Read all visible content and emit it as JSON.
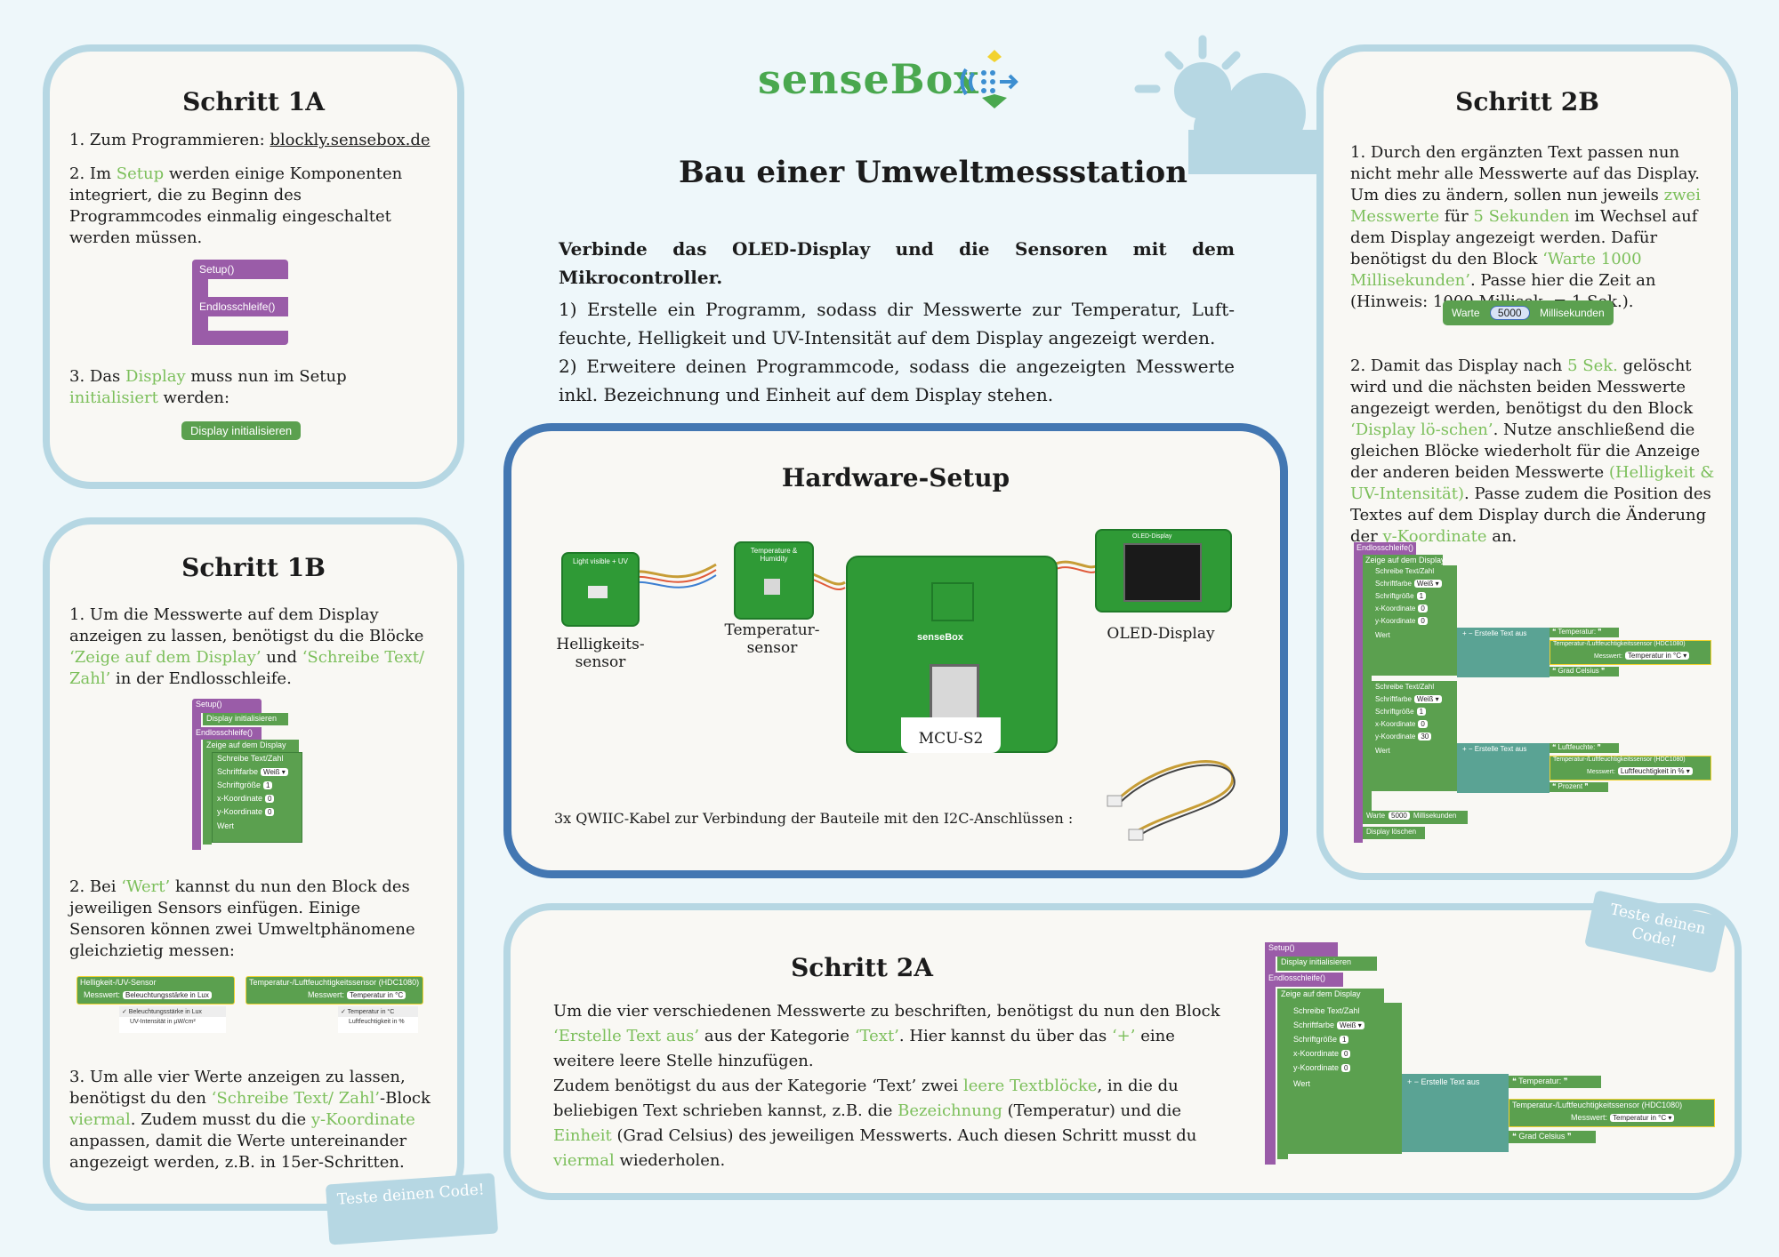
{
  "brand": {
    "name": "senseBox"
  },
  "header": {
    "title": "Bau einer Umweltmessstation"
  },
  "intro": {
    "bold": "Verbinde das OLED-Display und die Sensoren mit dem Mikrocontroller.",
    "task1": "1) Erstelle ein Programm, sodass dir Messwerte zur Temperatur, Luft-feuchte, Helligkeit und UV-Intensität auf dem Display angezeigt werden.",
    "task2": "2) Erweitere deinen Programmcode, sodass die angezeigten Messwerte inkl. Bezeichnung und Einheit auf dem Display stehen."
  },
  "s1a": {
    "title": "Schritt 1A",
    "p1a": "1. Zum Programmieren: ",
    "p1link": "blockly.sensebox.de",
    "p2a": "2. Im ",
    "p2g": "Setup",
    "p2b": " werden einige Komponenten integriert, die zu Beginn des Programmcodes einmalig eingeschaltet werden müssen.",
    "p3a": "3. Das ",
    "p3g1": "Display",
    "p3b": " muss nun im Setup ",
    "p3g2": "initialisiert",
    "p3c": " werden:",
    "blk_setup": "Setup()",
    "blk_loop": "Endlosschleife()",
    "blk_init": "Display initialisieren"
  },
  "s1b": {
    "title": "Schritt 1B",
    "p1a": "1. Um die Messwerte auf dem Display anzeigen zu lassen, benötigst du die Blöcke ",
    "p1g1": "‘Zeige auf dem Display’",
    "p1b": " und ",
    "p1g2": "‘Schreibe Text/ Zahl’",
    "p1c": " in der Endlosschleife.",
    "p2a": "2. Bei ",
    "p2g": "‘Wert’",
    "p2b": " kannst du nun den Block des jeweiligen Sensors einfügen. Einige Sensoren können zwei Umweltphänomene gleichzietig messen:",
    "p3a": "3. Um alle vier Werte anzeigen zu lassen, benötigst du den ",
    "p3g1": "‘Schreibe Text/ Zahl’",
    "p3b": "-Block ",
    "p3g2": "viermal",
    "p3c": ". Zudem musst du die ",
    "p3g3": "y-Koordinate",
    "p3d": " anpassen, damit die Werte untereinander angezeigt werden, z.B. in 15er-Schritten.",
    "blk": {
      "setup": "Setup()",
      "init": "Display initialisieren",
      "loop": "Endlosschleife()",
      "show": "Zeige auf dem Display",
      "write": "Schreibe Text/Zahl",
      "color": "Schriftfarbe",
      "color_v": "Weiß ▾",
      "size": "Schriftgröße",
      "size_v": "1",
      "x": "x-Koordinate",
      "x_v": "0",
      "y": "y-Koordinate",
      "y_v": "0",
      "val": "Wert"
    },
    "sensor1": {
      "name": "Helligkeit-/UV-Sensor",
      "label": "Messwert:",
      "value": "Beleuchtungsstärke in Lux",
      "opt1": "✓  Beleuchtungsstärke in Lux",
      "opt2": "UV-Intensität in µW/cm²"
    },
    "sensor2": {
      "name": "Temperatur-/Luftfeuchtigkeitssensor (HDC1080)",
      "label": "Messwert:",
      "value": "Temperatur in °C",
      "opt1": "✓  Temperatur in °C",
      "opt2": "Luftfeuchtigkeit in %"
    },
    "stamp": "Teste deinen Code!"
  },
  "hw": {
    "title": "Hardware-Setup",
    "light": "Helligkeits-sensor",
    "temp": "Temperatur-sensor",
    "oled": "OLED-Display",
    "mcu": "MCU-S2",
    "cable": "3x QWIIC-Kabel zur Verbindung der Bauteile mit den I2C-Anschlüssen :",
    "pcb_light": "Light visible + UV",
    "pcb_temp": "Temperature & Humidity",
    "pcb_oled": "OLED-Display",
    "pcb_mcu": "senseBox"
  },
  "s2a": {
    "title": "Schritt 2A",
    "p1a": "Um die vier verschiedenen Messwerte zu beschriften, benötigst du nun den Block ",
    "p1g1": "‘Erstelle Text aus’",
    "p1b": " aus der Kategorie ",
    "p1g2": "‘Text’",
    "p1c": ". Hier kannst du über das ",
    "p1g3": "‘+’",
    "p1d": " eine weitere leere Stelle hinzufügen.",
    "p2a": "Zudem benötigst du aus der Kategorie ‘Text’ zwei ",
    "p2g1": "leere Textblöcke",
    "p2b": ", in die du beliebigen Text schrieben kannst, z.B. die ",
    "p2g2": "Bezeichnung",
    "p2c": " (Temperatur) und die ",
    "p2g3": "Einheit",
    "p2d": " (Grad Celsius) des jeweiligen Messwerts. Auch diesen Schritt musst du ",
    "p2g4": "viermal",
    "p2e": " wiederholen.",
    "blk": {
      "setup": "Setup()",
      "init": "Display initialisieren",
      "loop": "Endlosschleife()",
      "show": "Zeige auf dem Display",
      "write": "Schreibe Text/Zahl",
      "color": "Schriftfarbe",
      "color_v": "Weiß ▾",
      "size": "Schriftgröße",
      "size_v": "1",
      "x": "x-Koordinate",
      "x_v": "0",
      "y": "y-Koordinate",
      "y_v": "0",
      "val": "Wert",
      "create": "+  −  Erstelle Text aus",
      "t1": "❝  Temperatur:  ❞",
      "sensor": "Temperatur-/Luftfeuchtigkeitssensor (HDC1080)",
      "mlabel": "Messwert:",
      "mvalue": "Temperatur in °C ▾",
      "t2": "❝  Grad Celsius  ❞"
    },
    "stamp": "Teste deinen Code!"
  },
  "s2b": {
    "title": "Schritt 2B",
    "p1a": "1. Durch den ergänzten Text passen nun nicht mehr alle Messwerte auf das Display. Um dies zu ändern, sollen nun jeweils ",
    "p1g1": "zwei Messwerte",
    "p1b": " für ",
    "p1g2": "5 Sekunden",
    "p1c": " im Wechsel auf dem Display angezeigt werden. Dafür benötigst du den Block ",
    "p1g3": "‘Warte 1000 Millisekunden’",
    "p1d": ". Passe hier die Zeit an (Hinweis: 1000 Millisek. = 1 Sek.).",
    "wait_label": "Warte",
    "wait_value": "5000",
    "wait_unit": "Millisekunden",
    "p2a": "2. Damit das Display nach ",
    "p2g1": "5 Sek.",
    "p2b": " gelöscht wird und die nächsten beiden Messwerte angezeigt werden, benötigst du den Block ",
    "p2g2": "‘Display lö-schen’",
    "p2c": ". Nutze anschließend die gleichen Blöcke wiederholt für die Anzeige der anderen beiden Messwerte ",
    "p2g3": "(Helligkeit & UV-Intensität)",
    "p2d": ". Passe zudem die Position des Textes auf dem Display durch die Änderung der ",
    "p2g4": "y-Koordinate",
    "p2e": " an.",
    "blk": {
      "loop": "Endlosschleife()",
      "show": "Zeige auf dem Display",
      "write": "Schreibe Text/Zahl",
      "color": "Schriftfarbe",
      "color_v": "Weiß ▾",
      "size": "Schriftgröße",
      "size_v": "1",
      "x": "x-Koordinate",
      "x_v": "0",
      "y": "y-Koordinate",
      "y_v": "0",
      "y_v2": "30",
      "val": "Wert",
      "create": "+  −  Erstelle Text aus",
      "t1": "❝  Temperatur:  ❞",
      "sensor": "Temperatur-/Luftfeuchtigkeitssensor (HDC1080)",
      "mlabel": "Messwert:",
      "mvalue1": "Temperatur in °C ▾",
      "t2": "❝  Grad Celsius  ❞",
      "t3": "❝  Luftfeuchte:  ❞",
      "mvalue2": "Luftfeuchtigkeit in % ▾",
      "t4": "❝  Prozent  ❞",
      "wait": "Warte",
      "wait_v": "5000",
      "wait_u": "Millisekunden",
      "clear": "Display löschen"
    }
  }
}
